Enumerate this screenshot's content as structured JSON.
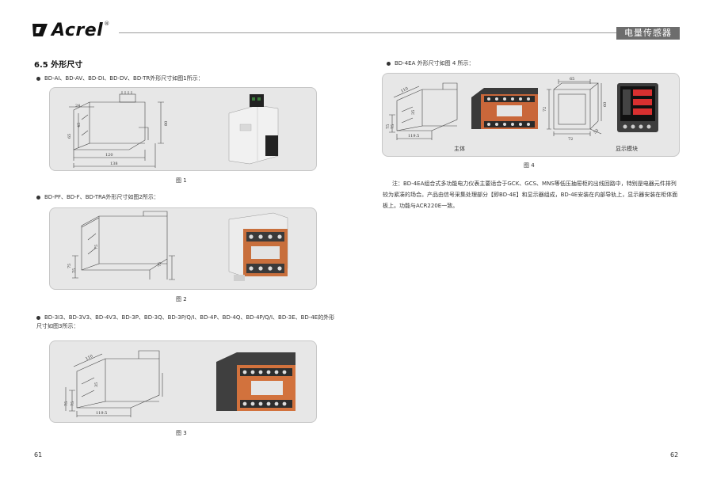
{
  "brand": {
    "name": "Acrel",
    "reg": "®"
  },
  "header": {
    "tag": "电量传感器"
  },
  "left": {
    "section_title": "6.5 外形尺寸",
    "bullets": [
      "BD-AI、BD-AV、BD-DI、BD-DV、BD-TR外形尺寸如图1所示：",
      "BD-PF、BD-F、BD-TRA外形尺寸如图2所示：",
      "BD-3I3、BD-3V3、BD-4V3、BD-3P、BD-3Q、BD-3P/Q/I、BD-4P、BD-4Q、BD-4P/Q/I、BD-3E、BD-4E的外形尺寸如图3所示："
    ],
    "figures": [
      {
        "caption": "图  1",
        "dims": [
          "24",
          "45",
          "65",
          "80",
          "120",
          "138"
        ]
      },
      {
        "caption": "图  2",
        "dims": [
          "75",
          "75",
          "75",
          "75"
        ]
      },
      {
        "caption": "图  3",
        "dims": [
          "110",
          "35",
          "75",
          "75",
          "119.5"
        ]
      }
    ]
  },
  "right": {
    "bullet": "BD-4EA 外形尺寸如图 4 所示：",
    "figure": {
      "caption": "图  4",
      "label_main": "主体",
      "label_display": "显示模块",
      "dims_main": [
        "110",
        "35",
        "75",
        "75",
        "119.5"
      ],
      "dims_display": [
        "65",
        "72",
        "72",
        "60",
        "53"
      ]
    },
    "note": "注：BD-4EA组合式多功能电力仪表主要适合于GCK、GCS、MNS等低压抽屉柜的出线回路中，特别是电器元件排列较为紧凑的场合。产品由信号采集处理部分【即BD-4E】和显示器组成，BD-4E安装在内部导轨上，显示器安装在柜体面板上。功能与ACR220E一致。"
  },
  "pages": {
    "left": "61",
    "right": "62"
  }
}
